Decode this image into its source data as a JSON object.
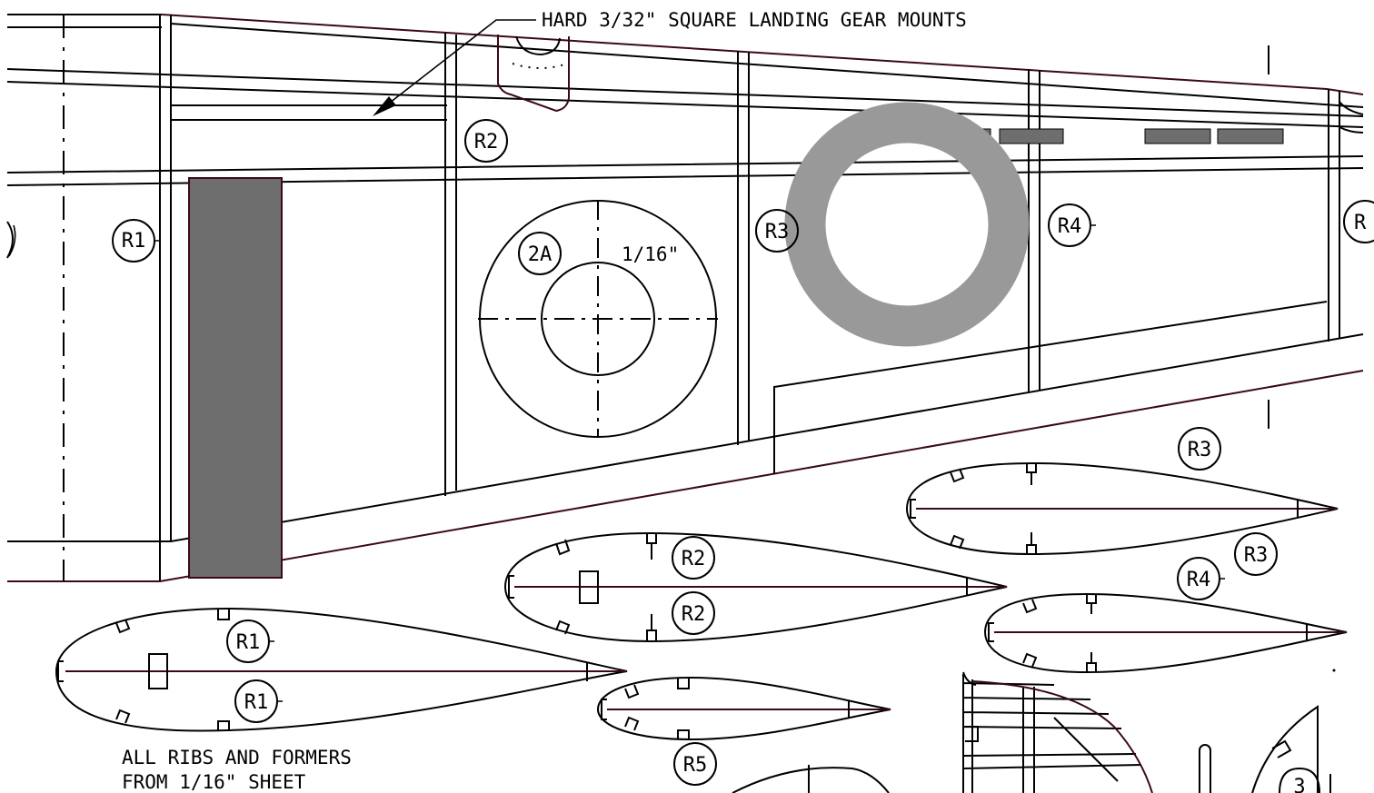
{
  "annotations": {
    "landing_gear_note": "HARD 3/32\" SQUARE LANDING GEAR MOUNTS",
    "sheet_note_line1": "ALL RIBS AND FORMERS",
    "sheet_note_line2": "FROM 1/16\" SHEET",
    "former_thickness": "1/16\""
  },
  "part_labels": {
    "r1_wing": "R1",
    "r2_wing": "R2",
    "r3_wing": "R3",
    "r4_wing": "R4",
    "edge_right": "R",
    "former_2a": "2A",
    "rib_r1_upper": "R1",
    "rib_r1_lower": "R1",
    "rib_r2_upper": "R2",
    "rib_r2_lower": "R2",
    "rib_r3_upper": "R3",
    "rib_r3_lower": "R3",
    "rib_r4": "R4",
    "rib_r5": "R5",
    "former_3": "3"
  },
  "colors": {
    "line": "#000000",
    "outline_dark_red": "#3a0a14",
    "shaded_block": "#6e6e6e",
    "gray_ring": "#999999"
  }
}
